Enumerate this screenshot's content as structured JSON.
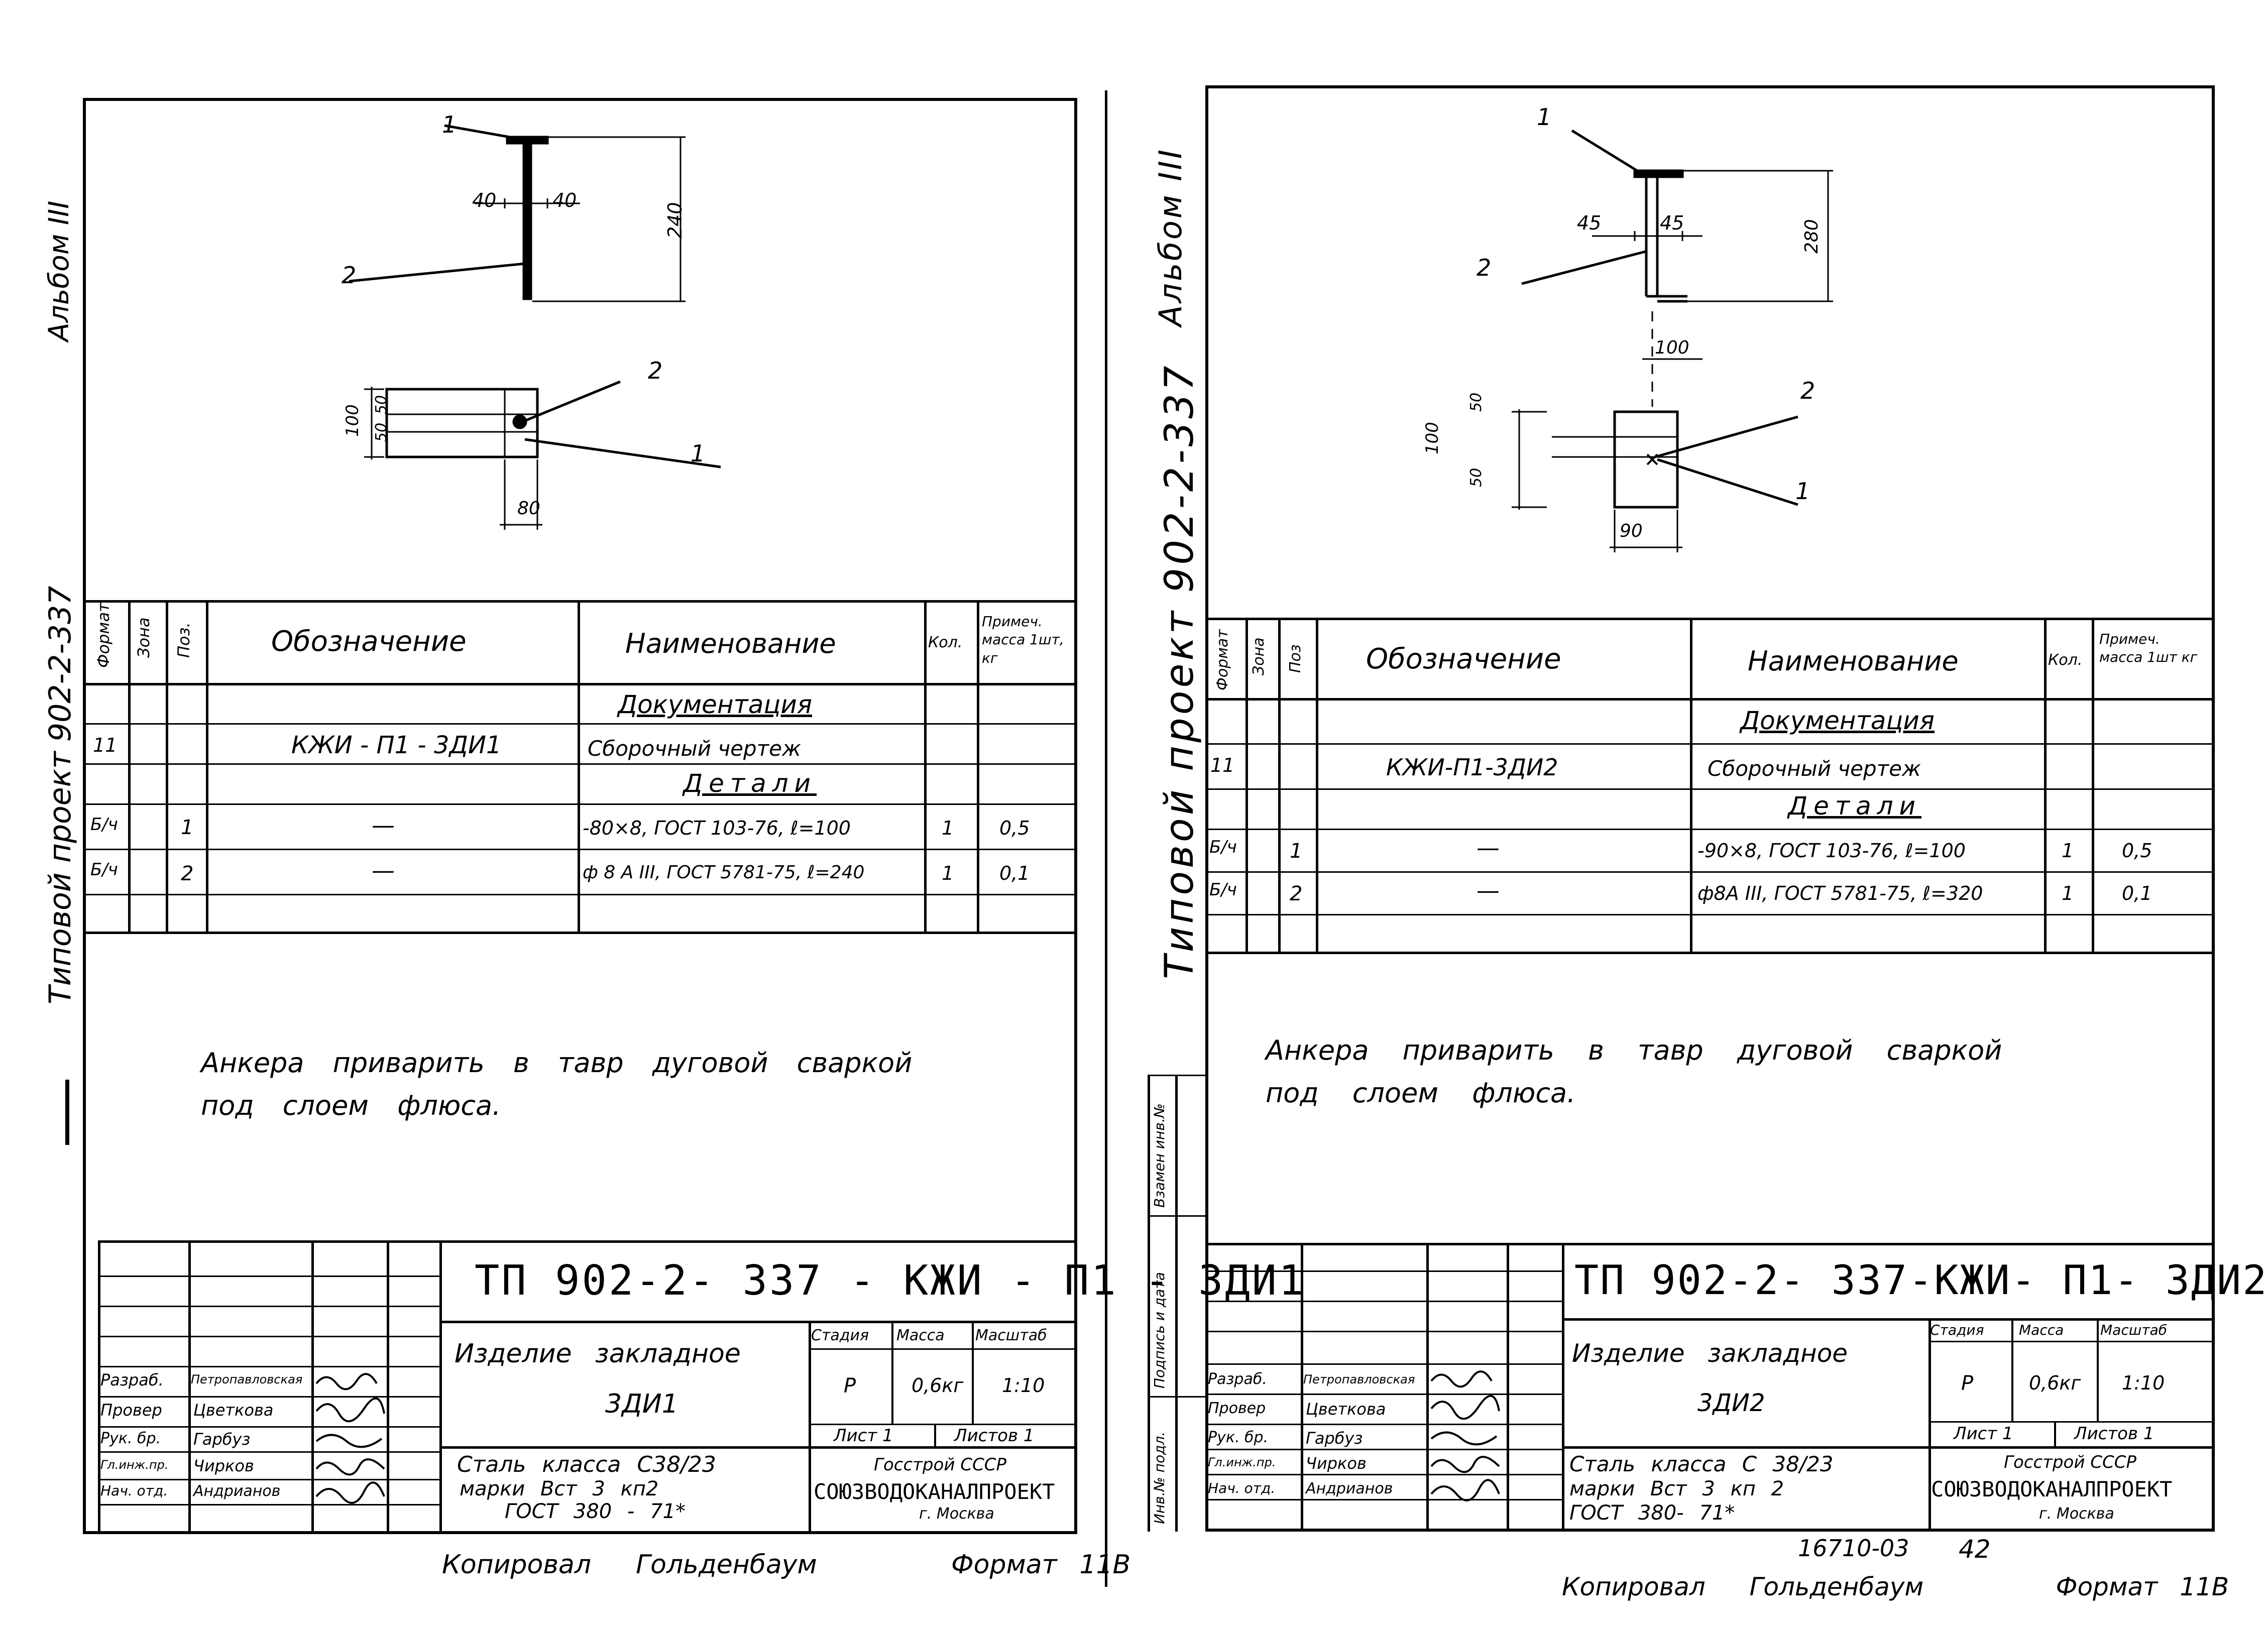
{
  "margin": {
    "left_vertical_text": "Типовой проект 902-2-337",
    "right_vertical_text": "Типовой проект 902-2-337",
    "right_album": "Альбом III",
    "left_album": "Альбом III"
  },
  "left_sheet": {
    "drawing": {
      "label_1": "1",
      "label_2a": "2",
      "label_2b": "2",
      "label_1b": "1",
      "dim_40a": "40",
      "dim_40b": "40",
      "dim_240": "240",
      "dim_100": "100",
      "dim_50a": "50",
      "dim_50b": "50",
      "dim_80": "80"
    },
    "table": {
      "headers": [
        "Формат",
        "Зона",
        "Поз.",
        "Обозначение",
        "Наименование",
        "Кол.",
        "Примеч. масса 1шт, кг"
      ],
      "section_docs": "Документация",
      "section_parts": "Детали",
      "rows": [
        {
          "format": "11",
          "zone": "",
          "pos": "",
          "designation": "КЖИ - П1 - 3ДИ1",
          "name": "Сборочный чертеж",
          "qty": "",
          "note": ""
        },
        {
          "format": "Б/ч",
          "zone": "",
          "pos": "1",
          "designation": "—",
          "name": "-80×8, ГОСТ 103-76, ℓ=100",
          "qty": "1",
          "note": "0,5"
        },
        {
          "format": "Б/ч",
          "zone": "",
          "pos": "2",
          "designation": "—",
          "name": "ф 8 А III, ГОСТ 5781-75, ℓ=240",
          "qty": "1",
          "note": "0,1"
        }
      ]
    },
    "note_line1": "Анкера приварить в тавр дуговой сваркой",
    "note_line2": "под слоем флюса.",
    "title_block": {
      "code": "ТП 902-2- 337 - КЖИ - П1 - 3ДИ1",
      "product": "Изделие закладное",
      "product_code": "3ДИ1",
      "stage_h": "Стадия",
      "mass_h": "Масса",
      "scale_h": "Масштаб",
      "stage": "Р",
      "mass": "0,6кг",
      "scale": "1:10",
      "sheet": "Лист 1",
      "sheets": "Листов 1",
      "material_1": "Сталь класса С38/23",
      "material_2": "марки Вст 3 кп2",
      "material_3": "ГОСТ 380 - 71*",
      "org_1": "Госстрой СССР",
      "org_2": "СОЮЗВОДОКАНАЛПРОЕКТ",
      "org_3": "г. Москва",
      "staff": [
        {
          "role": "Разраб.",
          "name": "Петропавловская"
        },
        {
          "role": "Провер",
          "name": "Цветкова"
        },
        {
          "role": "Рук. бр.",
          "name": "Гарбуз"
        },
        {
          "role": "Гл.инж.пр.",
          "name": "Чирков"
        },
        {
          "role": "Нач. отд.",
          "name": "Андрианов"
        }
      ]
    },
    "footer": "Копировал  Гольденбаум      Формат 11В"
  },
  "right_sheet": {
    "drawing": {
      "label_1": "1",
      "label_2a": "2",
      "label_2b": "2",
      "label_1b": "1",
      "dim_45a": "45",
      "dim_45b": "45",
      "dim_280": "280",
      "dim_100": "100",
      "dim_100b": "100",
      "dim_50a": "50",
      "dim_50b": "50",
      "dim_90": "90"
    },
    "table": {
      "headers": [
        "Формат",
        "Зона",
        "Поз",
        "Обозначение",
        "Наименование",
        "Кол.",
        "Примеч. масса 1шт кг"
      ],
      "section_docs": "Документация",
      "section_parts": "Детали",
      "rows": [
        {
          "format": "11",
          "zone": "",
          "pos": "",
          "designation": "КЖИ-П1-3ДИ2",
          "name": "Сборочный чертеж",
          "qty": "",
          "note": ""
        },
        {
          "format": "Б/ч",
          "zone": "",
          "pos": "1",
          "designation": "—",
          "name": "-90×8, ГОСТ 103-76, ℓ=100",
          "qty": "1",
          "note": "0,5"
        },
        {
          "format": "Б/ч",
          "zone": "",
          "pos": "2",
          "designation": "—",
          "name": "ф8А III, ГОСТ 5781-75, ℓ=320",
          "qty": "1",
          "note": "0,1"
        }
      ]
    },
    "note_line1": "Анкера приварить в тавр дуговой сваркой",
    "note_line2": "под слоем флюса.",
    "side_stamps": [
      "Взамен инв.№",
      "Подпись и дата",
      "Инв.№ подл."
    ],
    "title_block": {
      "code": "ТП 902-2- 337-КЖИ- П1- 3ДИ2",
      "product": "Изделие закладное",
      "product_code": "3ДИ2",
      "stage_h": "Стадия",
      "mass_h": "Масса",
      "scale_h": "Масштаб",
      "stage": "Р",
      "mass": "0,6кг",
      "scale": "1:10",
      "sheet": "Лист 1",
      "sheets": "Листов 1",
      "material_1": "Сталь класса С 38/23",
      "material_2": "марки Вст 3 кп 2",
      "material_3": "ГОСТ 380- 71*",
      "org_1": "Госстрой СССР",
      "org_2": "СОЮЗВОДОКАНАЛПРОЕКТ",
      "org_3": "г. Москва",
      "staff": [
        {
          "role": "Разраб.",
          "name": "Петропавловская"
        },
        {
          "role": "Провер",
          "name": "Цветкова"
        },
        {
          "role": "Рук. бр.",
          "name": "Гарбуз"
        },
        {
          "role": "Гл.инж.пр.",
          "name": "Чирков"
        },
        {
          "role": "Нач. отд.",
          "name": "Андрианов"
        }
      ]
    },
    "stamp_number": "16710-03",
    "page_number": "42",
    "footer": "Копировал  Гольденбаум      Формат 11В"
  }
}
